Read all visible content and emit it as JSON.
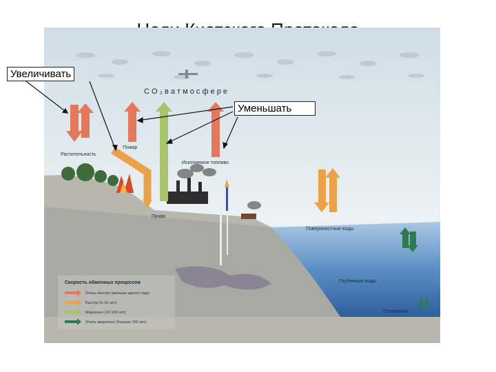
{
  "title": "Цели Киотского Протокола",
  "callouts": {
    "increase": "Увеличивать",
    "decrease": "Уменьшать"
  },
  "atmosphere_label": "С О ₂   в   а т м о с ф е р е",
  "labels": {
    "vegetation": "Растительность",
    "fire": "Пожар",
    "fossil_fuel": "Ископаемое топливо",
    "soil": "Почва",
    "surface_water": "Поверхностные воды",
    "deep_water": "Глубинные воды",
    "sediments": "Отложения"
  },
  "legend": {
    "title": "Скорость обменных процессов",
    "items": [
      {
        "color": "#e3785a",
        "text": "Очень быстро (меньше одного года)"
      },
      {
        "color": "#e9a14a",
        "text": "Быстро (1-10 лет)"
      },
      {
        "color": "#a8c46a",
        "text": "Медленно (10-100 лет)"
      },
      {
        "color": "#2f7a4f",
        "text": "Очень медленно (больше 100 лет)"
      }
    ]
  },
  "colors": {
    "very_fast": "#e3785a",
    "fast": "#e9a14a",
    "slow": "#a8c46a",
    "very_slow": "#2f7a4f",
    "sky": "#dfe9ef",
    "sea": "#5b8fc4"
  }
}
